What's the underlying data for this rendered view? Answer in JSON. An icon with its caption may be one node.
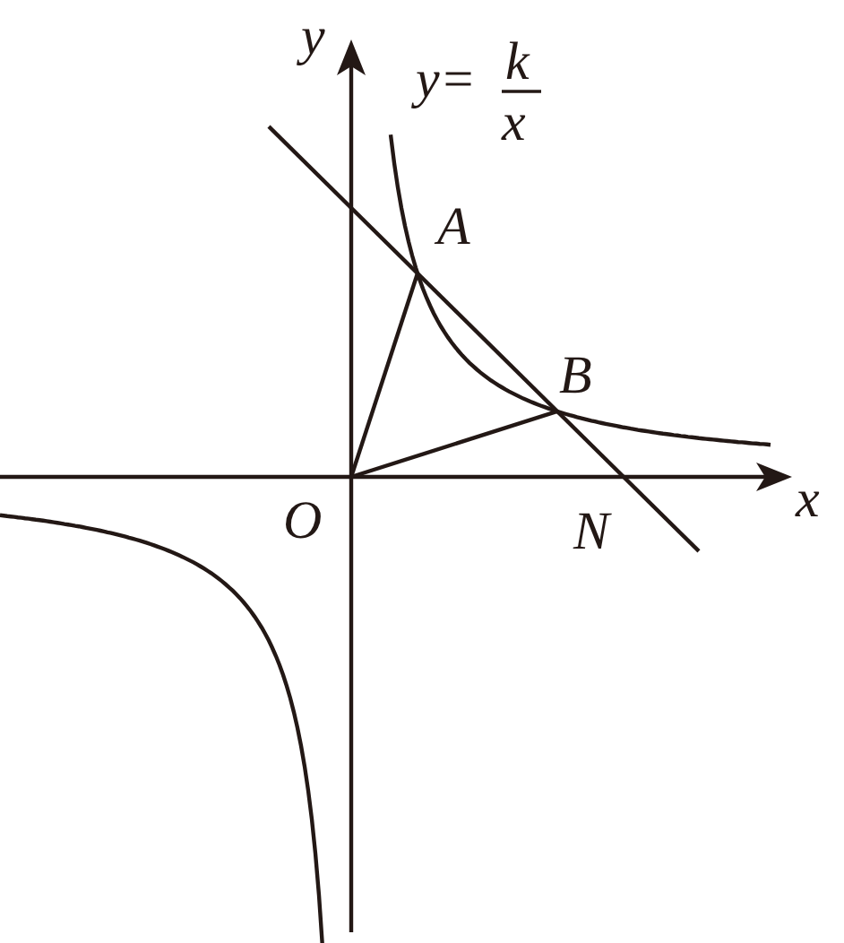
{
  "diagram": {
    "labels": [
      "y",
      "y=",
      "k",
      "x",
      "A",
      "B",
      "O",
      "x",
      "N"
    ]
  }
}
